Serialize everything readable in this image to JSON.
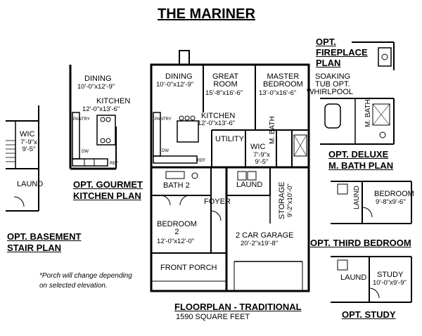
{
  "title": "THE MARINER",
  "main_plan": {
    "rooms": [
      {
        "name": "DINING",
        "dims": "10'-0\"x12'-9\""
      },
      {
        "name": "GREAT ROOM",
        "dims": "15'-8\"x16'-6\""
      },
      {
        "name": "MASTER BEDROOM",
        "dims": "13'-0\"x16'-6\""
      },
      {
        "name": "KITCHEN",
        "dims": "12'-0\"x13'-6\""
      },
      {
        "name": "UTILITY",
        "dims": ""
      },
      {
        "name": "WIC",
        "dims": "7'-9\"x 9'-5\""
      },
      {
        "name": "M. BATH",
        "dims": ""
      },
      {
        "name": "BATH 2",
        "dims": ""
      },
      {
        "name": "LAUND",
        "dims": ""
      },
      {
        "name": "STORAGE",
        "dims": "9'-2\"x10'-0\""
      },
      {
        "name": "FOYER",
        "dims": ""
      },
      {
        "name": "BEDROOM 2",
        "dims": "12'-0\"x12'-0\""
      },
      {
        "name": "2 CAR GARAGE",
        "dims": "20'-2\"x19'-8\""
      },
      {
        "name": "FRONT PORCH",
        "dims": ""
      }
    ],
    "pantry": "PANTRY",
    "ref": "REF",
    "dw": "DW",
    "caption": "FLOORPLAN - TRADITIONAL",
    "sqft": "1590 SQUARE FEET"
  },
  "gourmet_kitchen": {
    "dining": "DINING",
    "dining_dims": "10'-0\"x12'-9\"",
    "kitchen": "KITCHEN",
    "kitchen_dims": "12'-0\"x13'-6\"",
    "pantry": "PANTRY",
    "ref": "REF",
    "dw": "DW",
    "caption_line1": "OPT. GOURMET",
    "caption_line2": "KITCHEN PLAN"
  },
  "basement_stair": {
    "wic": "WIC",
    "wic_dims": "7'-9\"x 9'-5\"",
    "laund": "LAUND",
    "caption_line1": "OPT. BASEMENT",
    "caption_line2": "STAIR PLAN"
  },
  "porch_note": {
    "line1": "*Porch will change depending",
    "line2": "on selected elevation."
  },
  "fireplace": {
    "line1": "OPT.",
    "line2": "FIREPLACE",
    "line3": "PLAN"
  },
  "deluxe_bath": {
    "note1": "SOAKING",
    "note2": "TUB OPT.",
    "note3": "WHIRLPOOL",
    "mbath": "M. BATH",
    "caption_line1": "OPT. DELUXE",
    "caption_line2": "M. BATH PLAN"
  },
  "third_bedroom": {
    "bedroom": "BEDROOM",
    "bedroom_dims": "9'-8\"x9'-6\"",
    "laund": "LAUND",
    "caption": "OPT. THIRD BEDROOM"
  },
  "study": {
    "study": "STUDY",
    "study_dims": "10'-0\"x9'-9\"",
    "laund": "LAUND",
    "caption": "OPT. STUDY"
  }
}
